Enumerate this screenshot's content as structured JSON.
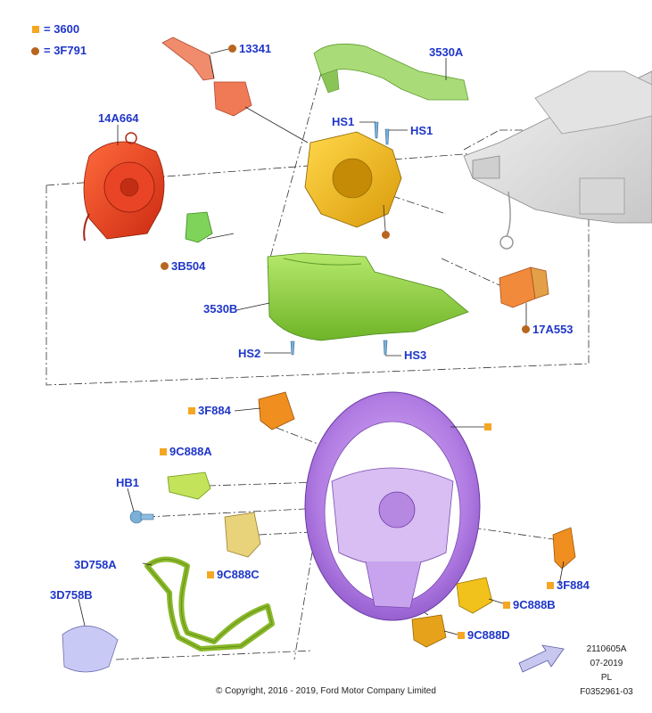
{
  "legend": [
    {
      "marker": "square",
      "color": "#f5a623",
      "label": "= 3600"
    },
    {
      "marker": "circle",
      "color": "#b8651f",
      "label": "= 3F791"
    }
  ],
  "callouts": {
    "c13341": "13341",
    "c3530A": "3530A",
    "c14A664": "14A664",
    "cHS1a": "HS1",
    "cHS1b": "HS1",
    "c3B504": "3B504",
    "c3530B": "3530B",
    "c17A553": "17A553",
    "cHS2": "HS2",
    "cHS3": "HS3",
    "c3F884a": "3F884",
    "c9C888A": "9C888A",
    "cHB1": "HB1",
    "c9C888C": "9C888C",
    "c3D758A": "3D758A",
    "c3D758B": "3D758B",
    "c3F884b": "3F884",
    "c9C888B": "9C888B",
    "c9C888D": "9C888D"
  },
  "colors": {
    "callout_text": "#1f36c9",
    "part_3600_marker": "#f5a623",
    "part_3F791_marker": "#b8651f",
    "steering_wheel": "#b07be0",
    "trim_covers": "#9fd86b",
    "clock_spring": "#e8412a",
    "switch_housing": "#f2b51c"
  },
  "stamp": {
    "line1": "2110605A",
    "line2": "07-2019",
    "line3": "PL",
    "ref": "F0352961-03"
  },
  "copyright": "© Copyright, 2016 - 2019, Ford Motor Company Limited"
}
